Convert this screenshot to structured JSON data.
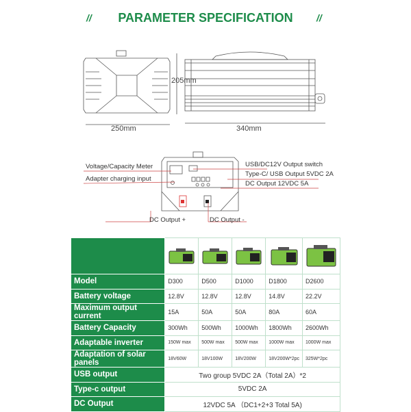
{
  "title": "PARAMETER SPECIFICATION",
  "deco_icon": "double-slash-icon",
  "dimensions": {
    "height": "205mm",
    "width": "250mm",
    "length": "340mm"
  },
  "panel_labels": {
    "meter": "Voltage/Capacity Meter",
    "adapter": "Adapter charging input",
    "switch": "USB/DC12V Output switch",
    "typec": "Type-C/ USB Output  5VDC 2A",
    "dc": "DC Output  12VDC  5A",
    "dc_plus": "DC Output +",
    "dc_minus": "DC Output -"
  },
  "colors": {
    "accent": "#1d8c4a",
    "product": "#7cc243"
  },
  "table": {
    "rows": [
      {
        "label": "Model",
        "values": [
          "D300",
          "D500",
          "D1000",
          "D1800",
          "D2600"
        ]
      },
      {
        "label": "Battery voltage",
        "values": [
          "12.8V",
          "12.8V",
          "12.8V",
          "14.8V",
          "22.2V"
        ]
      },
      {
        "label": "Maximum output current",
        "values": [
          "15A",
          "50A",
          "50A",
          "80A",
          "60A"
        ]
      },
      {
        "label": "Battery Capacity",
        "values": [
          "300Wh",
          "500Wh",
          "1000Wh",
          "1800Wh",
          "2600Wh"
        ]
      },
      {
        "label": "Adaptable inverter",
        "values": [
          "150W max",
          "500W max",
          "500W max",
          "1000W max",
          "1000W max"
        ]
      },
      {
        "label": "Adaptation of solar panels",
        "values": [
          "18V60W",
          "18V100W",
          "18V200W",
          "18V200W*2pc",
          "325W*2pc"
        ]
      }
    ],
    "span_rows": [
      {
        "label": "USB output",
        "value": "Two group 5VDC 2A（Total 2A）*2"
      },
      {
        "label": "Type-c output",
        "value": "5VDC 2A"
      },
      {
        "label": "DC Output",
        "value": "12VDC 5A  （DC1+2+3 Total 5A)"
      }
    ]
  }
}
